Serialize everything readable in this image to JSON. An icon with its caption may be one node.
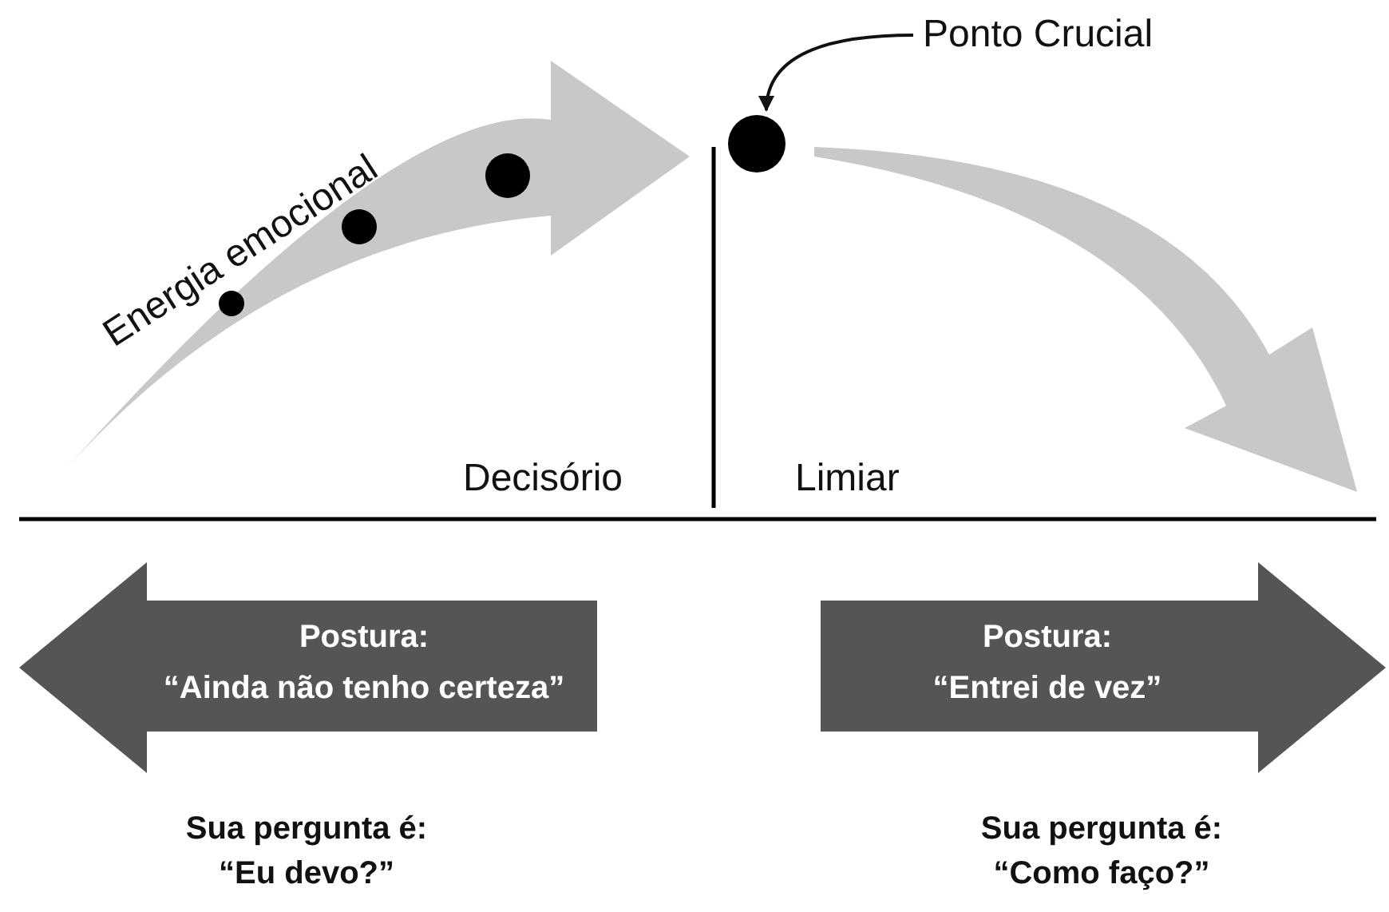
{
  "diagram": {
    "nodes": [
      {
        "text": [
          "Ponto Crucial"
        ]
      },
      {
        "text": [],
        "shape": "circle"
      },
      {
        "text": [
          "Postura:",
          "“Ainda não tenho certeza”"
        ]
      },
      {
        "text": [
          "Postura:",
          "“Entrei de vez”"
        ]
      }
    ],
    "edges": [
      {
        "from": 0,
        "to": 1,
        "arrow": "to"
      }
    ],
    "labels": [
      "Energia emocional",
      "Decisório",
      "Limiar",
      "Sua pergunta é:",
      "“Eu devo?”",
      "Sua pergunta é:",
      "“Como faço?”"
    ]
  }
}
